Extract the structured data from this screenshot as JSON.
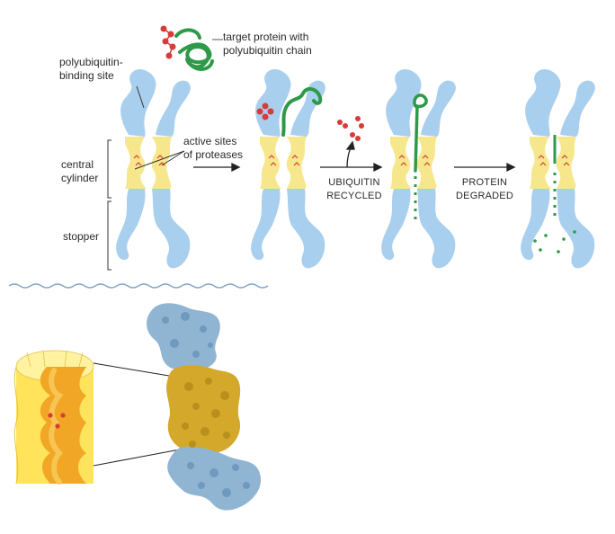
{
  "labels": {
    "target_protein": [
      "target protein with",
      "polyubiquitin chain"
    ],
    "binding_site": [
      "polyubiquitin-",
      "binding site"
    ],
    "active_sites": [
      "active sites",
      "of proteases"
    ],
    "central_cylinder": [
      "central",
      "cylinder"
    ],
    "stopper": "stopper",
    "ubiquitin_recycled": [
      "UBIQUITIN",
      "RECYCLED"
    ],
    "protein_degraded": [
      "PROTEIN",
      "DEGRADED"
    ]
  },
  "colors": {
    "cap_blue": "#a9cfee",
    "cylinder_yellow": "#f7e78c",
    "chain_green": "#2e9a49",
    "ubiquitin_red": "#d93a3a",
    "divider_blue": "#7fa6c8",
    "cutaway_yellow": "#ffe35a",
    "cutaway_orange": "#f2a626",
    "surface_gold": "#d4a82a",
    "surface_blue": "#8fb5d3"
  }
}
